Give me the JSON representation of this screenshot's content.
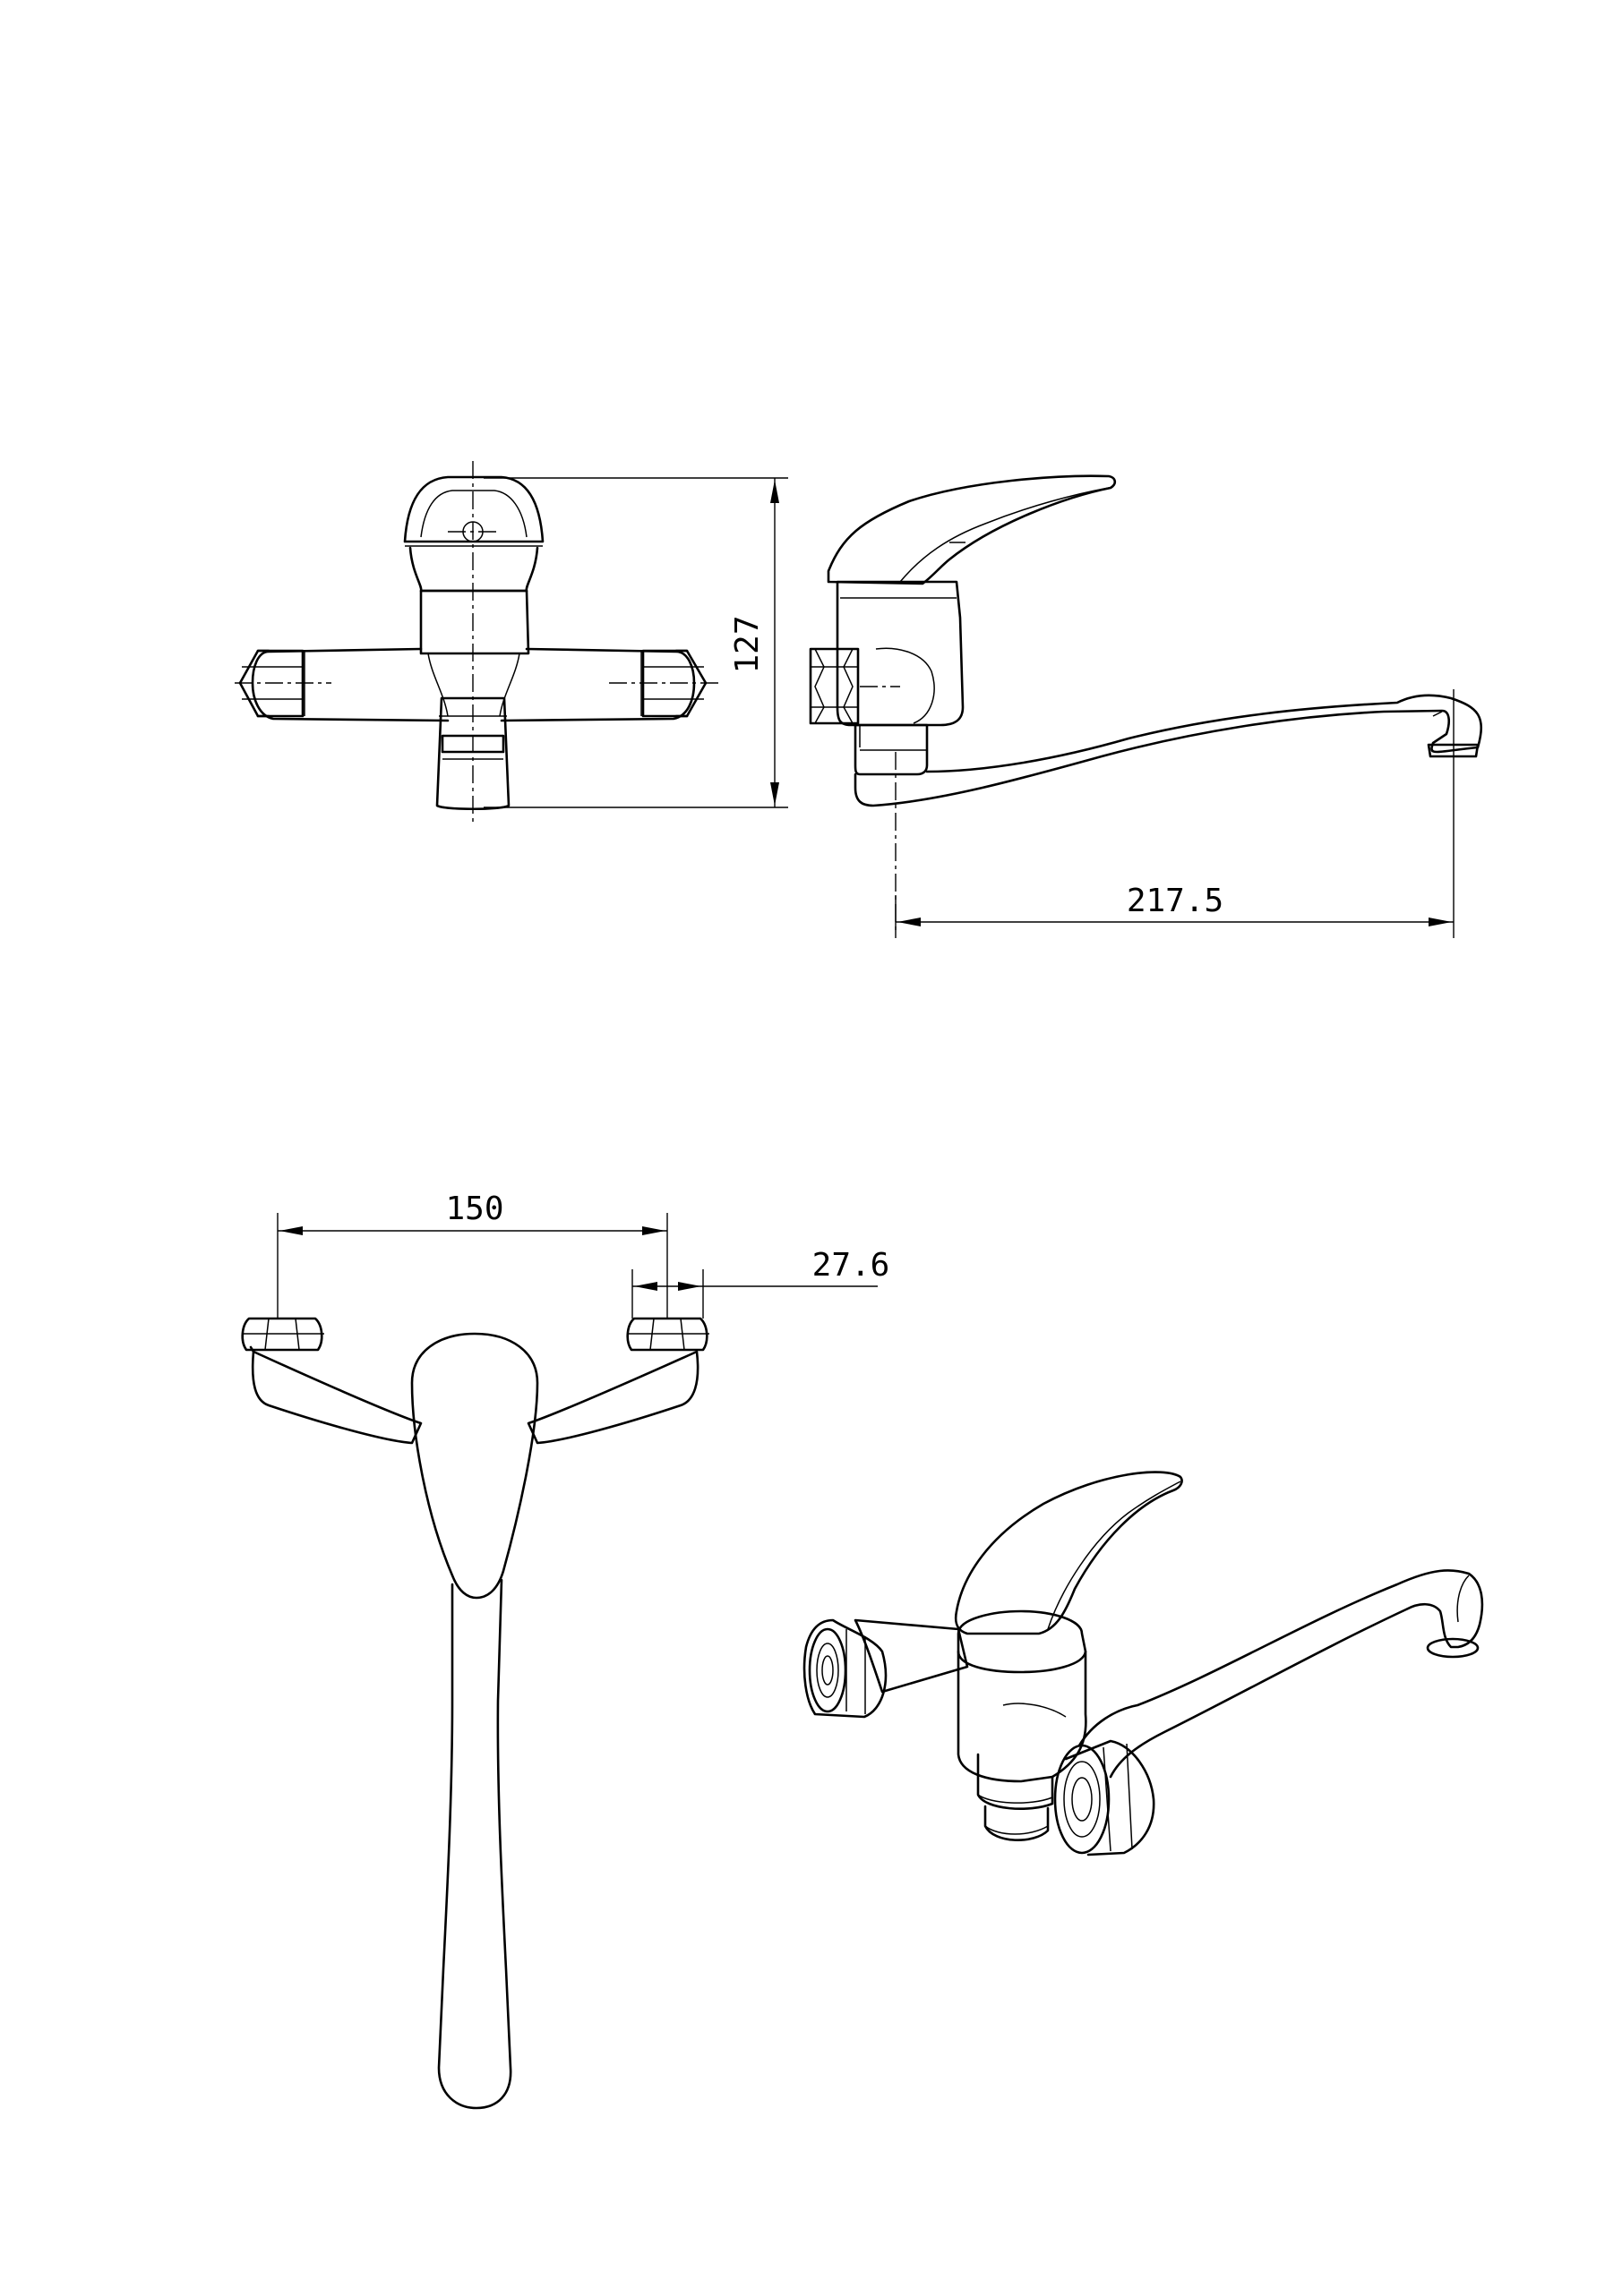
{
  "drawing": {
    "dimensions": {
      "height": "127",
      "spout_reach": "217.5",
      "inlet_spacing": "150",
      "nut_width": "27.6"
    }
  }
}
